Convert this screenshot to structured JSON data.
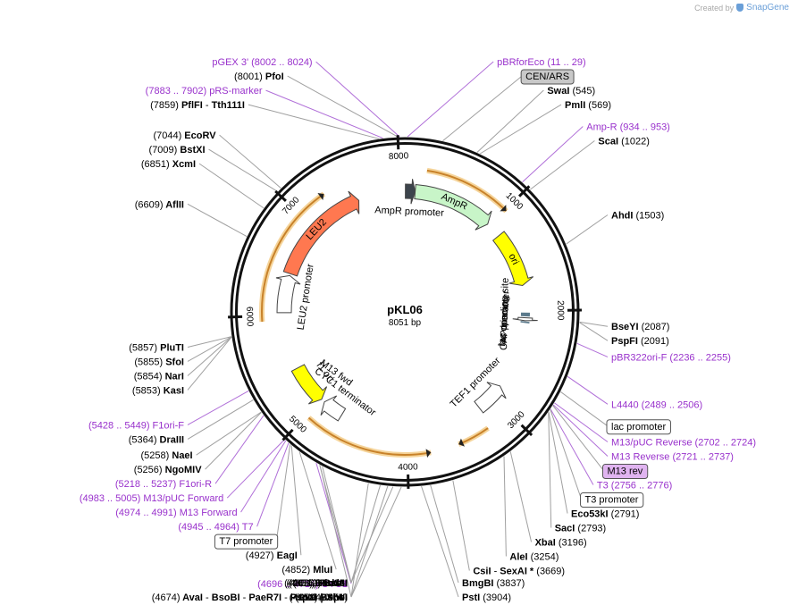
{
  "credit": {
    "prefix": "Created by",
    "brand": "SnapGene"
  },
  "plasmid": {
    "name": "pKL06",
    "size_label": "8051 bp",
    "length": 8051
  },
  "ticks": [
    {
      "pos": 1000,
      "label": "1000"
    },
    {
      "pos": 2000,
      "label": "2000"
    },
    {
      "pos": 3000,
      "label": "3000"
    },
    {
      "pos": 4000,
      "label": "4000"
    },
    {
      "pos": 5000,
      "label": "5000"
    },
    {
      "pos": 6000,
      "label": "6000"
    },
    {
      "pos": 7000,
      "label": "7000"
    },
    {
      "pos": 8000,
      "label": "8000"
    }
  ],
  "features": [
    {
      "name": "AmpR promoter",
      "start": 6,
      "end": 110,
      "type": "promoter",
      "dir": 1,
      "color": "#3c444c",
      "label": "AmpR promoter"
    },
    {
      "name": "AmpR",
      "start": 110,
      "end": 970,
      "type": "cds",
      "dir": 1,
      "color": "#c8f5c8",
      "label": "AmpR"
    },
    {
      "name": "ori",
      "start": 1140,
      "end": 1730,
      "type": "ori",
      "dir": 1,
      "color": "#ffff00",
      "label": "ori"
    },
    {
      "name": "CAP binding site",
      "start": 2020,
      "end": 2060,
      "type": "site",
      "dir": 1,
      "color": "#7fa0b4",
      "label": "CAP binding site"
    },
    {
      "name": "lac promoter",
      "start": 2075,
      "end": 2106,
      "type": "promoter",
      "dir": 1,
      "color": "#ffffff",
      "label": "lac promoter"
    },
    {
      "name": "lac operator",
      "start": 2114,
      "end": 2131,
      "type": "site",
      "dir": 1,
      "color": "#ffffff",
      "label": "lac operator"
    },
    {
      "name": "TEF1 promoter",
      "start": 2860,
      "end": 3180,
      "type": "promoter",
      "dir": -1,
      "color": "#ffffff",
      "label": "TEF1 promoter"
    },
    {
      "name": "CYC1 terminator",
      "start": 4730,
      "end": 4960,
      "type": "terminator",
      "dir": 1,
      "color": "#ffffff",
      "label": "CYC1 terminator"
    },
    {
      "name": "f1 ori",
      "start": 5000,
      "end": 5420,
      "type": "ori",
      "dir": -1,
      "color": "#ffff00",
      "label": "f1 ori"
    },
    {
      "name": "LEU2 promoter",
      "start": 6030,
      "end": 6430,
      "type": "promoter",
      "dir": 1,
      "color": "#ffffff",
      "label": "LEU2 promoter"
    },
    {
      "name": "LEU2",
      "start": 6450,
      "end": 7550,
      "type": "cds",
      "dir": 1,
      "color": "#ff7850",
      "label": "LEU2"
    }
  ],
  "feature_labels": [
    {
      "name": "M13 fwd",
      "label": "M13 fwd"
    }
  ],
  "orfs": [
    {
      "name": "orf-1",
      "start": 200,
      "end": 1010,
      "dir": 1
    },
    {
      "name": "orf-2",
      "start": 3230,
      "end": 3530,
      "dir": 1
    },
    {
      "name": "orf-3",
      "start": 3790,
      "end": 4970,
      "dir": -1
    },
    {
      "name": "orf-4",
      "start": 5950,
      "end": 7280,
      "dir": 1
    }
  ],
  "site_labels": [
    {
      "id": "pfoi",
      "pos": 8001,
      "parts": [
        {
          "t": "(8001)",
          "c": "#000000"
        },
        {
          "t": " PfoI",
          "c": "#000000",
          "b": true
        }
      ]
    },
    {
      "id": "prs-marker",
      "pos": 7890,
      "parts": [
        {
          "t": "(7883 .. 7902)",
          "c": "#9932cc"
        },
        {
          "t": "  pRS-marker",
          "c": "#9932cc"
        }
      ]
    },
    {
      "id": "pflfi",
      "pos": 7859,
      "parts": [
        {
          "t": "(7859)",
          "c": "#000000"
        },
        {
          "t": " PflFI",
          "c": "#000000",
          "b": true
        },
        {
          "t": "  - ",
          "c": "#000000"
        },
        {
          "t": "Tth111I",
          "c": "#000000",
          "b": true
        }
      ]
    },
    {
      "id": "pgex3",
      "pos": 8013,
      "parts": [
        {
          "t": "pGEX 3'",
          "c": "#9932cc"
        },
        {
          "t": "     (8002 .. 8024)",
          "c": "#9932cc"
        }
      ]
    },
    {
      "id": "pbrforeco",
      "pos": 20,
      "parts": [
        {
          "t": "pBRforEco",
          "c": "#9932cc"
        },
        {
          "t": "     (11 .. 29)",
          "c": "#9932cc"
        }
      ]
    },
    {
      "id": "cen-ars",
      "pos": 280,
      "box": true,
      "fill": "#c8c8c8",
      "parts": [
        {
          "t": "CEN/ARS",
          "c": "#000000"
        }
      ]
    },
    {
      "id": "swai",
      "pos": 545,
      "parts": [
        {
          "t": "SwaI",
          "c": "#000000",
          "b": true
        },
        {
          "t": "   (545)",
          "c": "#000000"
        }
      ]
    },
    {
      "id": "pmli",
      "pos": 569,
      "parts": [
        {
          "t": "PmlI",
          "c": "#000000",
          "b": true
        },
        {
          "t": "   (569)",
          "c": "#000000"
        }
      ]
    },
    {
      "id": "amp-r",
      "pos": 943,
      "parts": [
        {
          "t": "Amp-R",
          "c": "#9932cc"
        },
        {
          "t": "     (934 .. 953)",
          "c": "#9932cc"
        }
      ]
    },
    {
      "id": "scai",
      "pos": 1022,
      "parts": [
        {
          "t": "ScaI",
          "c": "#000000",
          "b": true
        },
        {
          "t": "   (1022)",
          "c": "#000000"
        }
      ]
    },
    {
      "id": "ahdi",
      "pos": 1503,
      "parts": [
        {
          "t": "AhdI",
          "c": "#000000",
          "b": true
        },
        {
          "t": "   (1503)",
          "c": "#000000"
        }
      ]
    },
    {
      "id": "bseyi",
      "pos": 2087,
      "parts": [
        {
          "t": "BseYI",
          "c": "#000000",
          "b": true
        },
        {
          "t": "   (2087)",
          "c": "#000000"
        }
      ]
    },
    {
      "id": "pspfi",
      "pos": 2091,
      "parts": [
        {
          "t": "PspFI",
          "c": "#000000",
          "b": true
        },
        {
          "t": "   (2091)",
          "c": "#000000"
        }
      ]
    },
    {
      "id": "pbr322ori-f",
      "pos": 2245,
      "parts": [
        {
          "t": "pBR322ori-F",
          "c": "#9932cc"
        },
        {
          "t": "     (2236 .. 2255)",
          "c": "#9932cc"
        }
      ]
    },
    {
      "id": "l4440",
      "pos": 2497,
      "parts": [
        {
          "t": "L4440",
          "c": "#9932cc"
        },
        {
          "t": "     (2489 .. 2506)",
          "c": "#9932cc"
        }
      ]
    },
    {
      "id": "lac-promoter",
      "pos": 2620,
      "box": true,
      "fill": "#ffffff",
      "parts": [
        {
          "t": "lac promoter",
          "c": "#000000"
        }
      ]
    },
    {
      "id": "m13-puc-reverse",
      "pos": 2713,
      "parts": [
        {
          "t": "M13/pUC Reverse",
          "c": "#9932cc"
        },
        {
          "t": "     (2702 .. 2724)",
          "c": "#9932cc"
        }
      ]
    },
    {
      "id": "m13-reverse",
      "pos": 2729,
      "parts": [
        {
          "t": "M13 Reverse",
          "c": "#9932cc"
        },
        {
          "t": "     (2721 .. 2737)",
          "c": "#9932cc"
        }
      ]
    },
    {
      "id": "m13-rev",
      "pos": 2735,
      "box": true,
      "fill": "#e0b4f0",
      "parts": [
        {
          "t": "M13 rev",
          "c": "#000000"
        }
      ]
    },
    {
      "id": "t3",
      "pos": 2766,
      "parts": [
        {
          "t": "T3",
          "c": "#9932cc"
        },
        {
          "t": "     (2756 .. 2776)",
          "c": "#9932cc"
        }
      ]
    },
    {
      "id": "t3-promoter",
      "pos": 2770,
      "box": true,
      "fill": "#ffffff",
      "parts": [
        {
          "t": "T3 promoter",
          "c": "#000000"
        }
      ]
    },
    {
      "id": "eco53ki",
      "pos": 2791,
      "parts": [
        {
          "t": "Eco53kI",
          "c": "#000000",
          "b": true
        },
        {
          "t": "   (2791)",
          "c": "#000000"
        }
      ]
    },
    {
      "id": "saci",
      "pos": 2793,
      "parts": [
        {
          "t": "SacI",
          "c": "#000000",
          "b": true
        },
        {
          "t": "   (2793)",
          "c": "#000000"
        }
      ]
    },
    {
      "id": "xbai",
      "pos": 3196,
      "parts": [
        {
          "t": "XbaI",
          "c": "#000000",
          "b": true
        },
        {
          "t": "   (3196)",
          "c": "#000000"
        }
      ]
    },
    {
      "id": "alei",
      "pos": 3254,
      "parts": [
        {
          "t": "AleI",
          "c": "#000000",
          "b": true
        },
        {
          "t": "   (3254)",
          "c": "#000000"
        }
      ]
    },
    {
      "id": "csii",
      "pos": 3669,
      "parts": [
        {
          "t": "CsiI",
          "c": "#000000",
          "b": true
        },
        {
          "t": "  - ",
          "c": "#000000"
        },
        {
          "t": "SexAI *",
          "c": "#000000",
          "b": true
        },
        {
          "t": "   (3669)",
          "c": "#000000"
        }
      ]
    },
    {
      "id": "bmgbi",
      "pos": 3837,
      "parts": [
        {
          "t": "BmgBI",
          "c": "#000000",
          "b": true
        },
        {
          "t": "   (3837)",
          "c": "#000000"
        }
      ]
    },
    {
      "id": "psti",
      "pos": 3904,
      "parts": [
        {
          "t": "PstI",
          "c": "#000000",
          "b": true
        },
        {
          "t": "   (3904)",
          "c": "#000000"
        }
      ]
    },
    {
      "id": "stui",
      "pos": 4051,
      "parts": [
        {
          "t": "StuI",
          "c": "#000000",
          "b": true
        },
        {
          "t": "   (4051)",
          "c": "#000000"
        }
      ]
    },
    {
      "id": "bsmi",
      "pos": 4112,
      "parts": [
        {
          "t": "(4112)",
          "c": "#000000"
        },
        {
          "t": " BsmI",
          "c": "#000000",
          "b": true
        }
      ]
    },
    {
      "id": "bsiwi",
      "pos": 4151,
      "parts": [
        {
          "t": "(4151)",
          "c": "#000000"
        },
        {
          "t": " BsiWI",
          "c": "#000000",
          "b": true
        }
      ]
    },
    {
      "id": "bsu36i",
      "pos": 4206,
      "parts": [
        {
          "t": "(4206)",
          "c": "#000000"
        },
        {
          "t": " Bsu36I",
          "c": "#000000",
          "b": true
        }
      ]
    },
    {
      "id": "spei",
      "pos": 4294,
      "parts": [
        {
          "t": "(4294)",
          "c": "#000000"
        },
        {
          "t": " SpeI",
          "c": "#000000",
          "b": true
        }
      ]
    },
    {
      "id": "hindiii",
      "pos": 4654,
      "parts": [
        {
          "t": "(4654)",
          "c": "#000000"
        },
        {
          "t": " HindIII",
          "c": "#000000",
          "b": true
        }
      ]
    },
    {
      "id": "avai",
      "pos": 4674,
      "parts": [
        {
          "t": "(4674)",
          "c": "#000000"
        },
        {
          "t": " AvaI",
          "c": "#000000",
          "b": true
        },
        {
          "t": "  - ",
          "c": "#000000"
        },
        {
          "t": "BsoBI",
          "c": "#000000",
          "b": true
        },
        {
          "t": "  - ",
          "c": "#000000"
        },
        {
          "t": "PaeR7I",
          "c": "#000000",
          "b": true
        },
        {
          "t": "  - ",
          "c": "#000000"
        },
        {
          "t": "PspXI",
          "c": "#000000",
          "b": true
        },
        {
          "t": "  - ",
          "c": "#000000"
        },
        {
          "t": "XhoI",
          "c": "#000000",
          "b": true
        }
      ]
    },
    {
      "id": "pshai",
      "pos": 4676,
      "parts": [
        {
          "t": "(4676)",
          "c": "#000000"
        },
        {
          "t": " PshAI",
          "c": "#000000",
          "b": true
        }
      ]
    },
    {
      "id": "cyc1",
      "pos": 4705,
      "parts": [
        {
          "t": "(4696 .. 4714)",
          "c": "#9932cc"
        },
        {
          "t": "  CYC1",
          "c": "#9932cc"
        }
      ]
    },
    {
      "id": "mlui",
      "pos": 4852,
      "parts": [
        {
          "t": "(4852)",
          "c": "#000000"
        },
        {
          "t": " MluI",
          "c": "#000000",
          "b": true
        }
      ]
    },
    {
      "id": "eagi",
      "pos": 4927,
      "parts": [
        {
          "t": "(4927)",
          "c": "#000000"
        },
        {
          "t": " EagI",
          "c": "#000000",
          "b": true
        }
      ]
    },
    {
      "id": "t7-promoter",
      "pos": 4940,
      "box": true,
      "fill": "#ffffff",
      "parts": [
        {
          "t": "T7 promoter",
          "c": "#000000"
        }
      ]
    },
    {
      "id": "t7",
      "pos": 4955,
      "parts": [
        {
          "t": "(4945 .. 4964)",
          "c": "#9932cc"
        },
        {
          "t": "  T7",
          "c": "#9932cc"
        }
      ]
    },
    {
      "id": "m13-forward",
      "pos": 4982,
      "parts": [
        {
          "t": "(4974 .. 4991)",
          "c": "#9932cc"
        },
        {
          "t": "  M13 Forward",
          "c": "#9932cc"
        }
      ]
    },
    {
      "id": "m13-puc-forward",
      "pos": 4994,
      "parts": [
        {
          "t": "(4983 .. 5005)",
          "c": "#9932cc"
        },
        {
          "t": "  M13/pUC Forward",
          "c": "#9932cc"
        }
      ]
    },
    {
      "id": "f1ori-r",
      "pos": 5227,
      "parts": [
        {
          "t": "(5218 .. 5237)",
          "c": "#9932cc"
        },
        {
          "t": "  F1ori-R",
          "c": "#9932cc"
        }
      ]
    },
    {
      "id": "ngomiv",
      "pos": 5256,
      "parts": [
        {
          "t": "(5256)",
          "c": "#000000"
        },
        {
          "t": " NgoMIV",
          "c": "#000000",
          "b": true
        }
      ]
    },
    {
      "id": "naei",
      "pos": 5258,
      "parts": [
        {
          "t": "(5258)",
          "c": "#000000"
        },
        {
          "t": " NaeI",
          "c": "#000000",
          "b": true
        }
      ]
    },
    {
      "id": "draiii",
      "pos": 5364,
      "parts": [
        {
          "t": "(5364)",
          "c": "#000000"
        },
        {
          "t": " DraIII",
          "c": "#000000",
          "b": true
        }
      ]
    },
    {
      "id": "f1ori-f",
      "pos": 5438,
      "parts": [
        {
          "t": "(5428 .. 5449)",
          "c": "#9932cc"
        },
        {
          "t": "  F1ori-F",
          "c": "#9932cc"
        }
      ]
    },
    {
      "id": "kasi",
      "pos": 5853,
      "parts": [
        {
          "t": "(5853)",
          "c": "#000000"
        },
        {
          "t": " KasI",
          "c": "#000000",
          "b": true
        }
      ]
    },
    {
      "id": "nari",
      "pos": 5854,
      "parts": [
        {
          "t": "(5854)",
          "c": "#000000"
        },
        {
          "t": " NarI",
          "c": "#000000",
          "b": true
        }
      ]
    },
    {
      "id": "sfoi",
      "pos": 5855,
      "parts": [
        {
          "t": "(5855)",
          "c": "#000000"
        },
        {
          "t": " SfoI",
          "c": "#000000",
          "b": true
        }
      ]
    },
    {
      "id": "pluti",
      "pos": 5857,
      "parts": [
        {
          "t": "(5857)",
          "c": "#000000"
        },
        {
          "t": " PluTI",
          "c": "#000000",
          "b": true
        }
      ]
    },
    {
      "id": "aflii",
      "pos": 6609,
      "parts": [
        {
          "t": "(6609)",
          "c": "#000000"
        },
        {
          "t": " AflII",
          "c": "#000000",
          "b": true
        }
      ]
    },
    {
      "id": "xcmi",
      "pos": 6851,
      "parts": [
        {
          "t": "(6851)",
          "c": "#000000"
        },
        {
          "t": " XcmI",
          "c": "#000000",
          "b": true
        }
      ]
    },
    {
      "id": "bstxi",
      "pos": 7009,
      "parts": [
        {
          "t": "(7009)",
          "c": "#000000"
        },
        {
          "t": " BstXI",
          "c": "#000000",
          "b": true
        }
      ]
    },
    {
      "id": "ecorv",
      "pos": 7044,
      "parts": [
        {
          "t": "(7044)",
          "c": "#000000"
        },
        {
          "t": " EcoRV",
          "c": "#000000",
          "b": true
        }
      ]
    }
  ]
}
